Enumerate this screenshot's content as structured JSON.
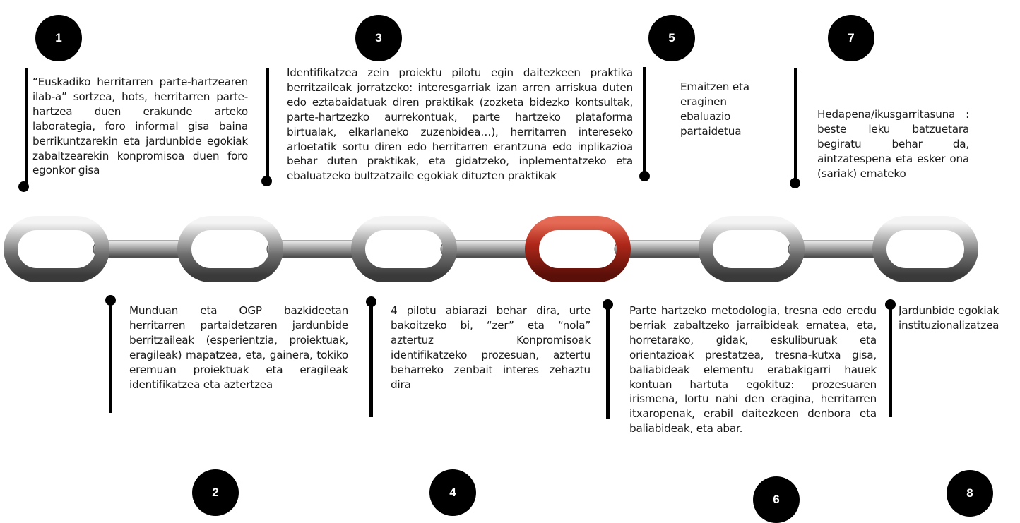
{
  "steps": [
    {
      "number": "1",
      "text": "“Euskadiko herritarren parte-hartzearen ilab-a” sortzea, hots, herritarren parte-hartzea duen erakunde arteko laborategia, foro informal gisa baina berrikuntzarekin eta jardunbide egokiak zabaltzearekin konpromisoa duen foro egonkor gisa"
    },
    {
      "number": "2",
      "text": "Munduan eta OGP bazkideetan herritarren partaidetzaren jardunbide berritzaileak (esperientzia, proiektuak, eragileak) mapatzea, eta, gainera, tokiko eremuan proiektuak eta eragileak identifikatzea eta aztertzea"
    },
    {
      "number": "3",
      "text": "Identifikatzea zein proiektu pilotu egin daitezkeen praktika berritzaileak jorratzeko: interesgarriak izan arren arriskua duten edo eztabaidatuak diren praktikak (zozketa bidezko kontsultak, parte-hartzezko aurrekontuak, parte hartzeko plataforma birtualak, elkarlaneko zuzenbidea…), herritarren intereseko arloetatik sortu diren edo herritarren erantzuna edo inplikazioa behar duten praktikak, eta gidatzeko, inplementatzeko eta ebaluatzeko bultzatzaile egokiak dituzten praktikak"
    },
    {
      "number": "4",
      "text": "4 pilotu abiarazi behar dira, urte bakoitzeko bi, “zer” eta “nola” aztertuz Konpromisoak identifikatzeko prozesuan, aztertu beharreko zenbait interes zehaztu dira"
    },
    {
      "number": "5",
      "text": "Emaitzen eta eraginen ebaluazio partaidetua"
    },
    {
      "number": "6",
      "text": "Parte hartzeko metodologia, tresna edo eredu berriak zabaltzeko jarraibideak ematea, eta, horretarako, gidak, eskuliburuak eta orientazioak prestatzea, tresna-kutxa gisa, baliabideak elementu erabakigarri hauek kontuan hartuta egokituz: prozesuaren irismena, lortu nahi den eragina, herritarren itxaropenak, erabil daitezkeen denbora eta baliabideak, eta abar."
    },
    {
      "number": "7",
      "text": "Hedapena/ikusgarritasuna : beste leku batzuetara begiratu behar da, aintzatespena eta esker ona (sariak) emateko"
    },
    {
      "number": "8",
      "text": "Jardunbide egokiak instituzionalizatzea"
    }
  ],
  "colors": {
    "badge": "#000000",
    "link": "#b8b8b8",
    "highlight_link": "#c0281c"
  }
}
